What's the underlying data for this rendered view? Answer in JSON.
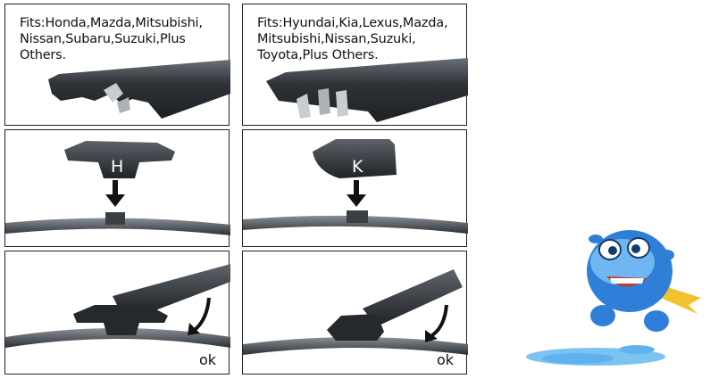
{
  "left_column": {
    "fits_text": "Fits:Honda,Mazda,Mitsubishi, Nissan,Subaru,Suzuki,Plus Others.",
    "adapter_letter": "H",
    "ok_label": "ok"
  },
  "right_column": {
    "fits_text": "Fits:Hyundai,Kia,Lexus,Mazda, Mitsubishi,Nissan,Suzuki, Toyota,Plus Others.",
    "adapter_letter": "K",
    "ok_label": "ok"
  },
  "colors": {
    "border": "#222222",
    "arm_dark": "#2c2f33",
    "arm_light": "#5b6066",
    "mascot_blue": "#2f7fd8",
    "puddle_blue": "#5fb2ee",
    "scarf_yellow": "#f2c230"
  },
  "icons": {
    "arrow": "down-arrow-icon",
    "rotate": "curved-arrow-icon",
    "mascot": "car-mascot-icon"
  }
}
